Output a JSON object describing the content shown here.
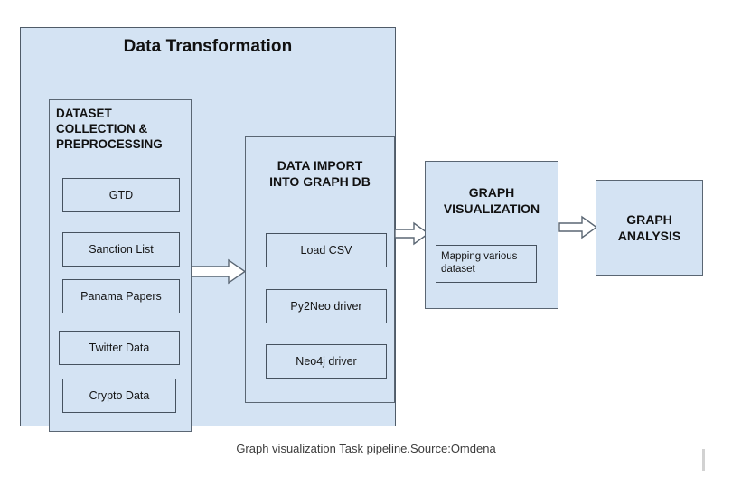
{
  "diagram": {
    "title": "Data Transformation",
    "caption": "Graph visualization Task pipeline.Source:Omdena",
    "colors": {
      "box_fill": "#d4e3f3",
      "box_border": "#46525f",
      "panel_border": "#4f5b68",
      "text": "#111111",
      "canvas": "#ffffff"
    },
    "dataset_collection": {
      "title": "DATASET\nCOLLECTION &\nPREPROCESSING",
      "title_line1": "DATASET",
      "title_line2": "COLLECTION &",
      "title_line3": "PREPROCESSING",
      "items": [
        {
          "label": "GTD"
        },
        {
          "label": "Sanction List"
        },
        {
          "label": "Panama Papers"
        },
        {
          "label": "Twitter Data"
        },
        {
          "label": "Crypto Data"
        }
      ]
    },
    "data_import": {
      "title_line1": "DATA IMPORT",
      "title_line2": "INTO GRAPH DB",
      "items": [
        {
          "label": "Load CSV"
        },
        {
          "label": "Py2Neo driver"
        },
        {
          "label": "Neo4j driver"
        }
      ]
    },
    "graph_visualization": {
      "title_line1": "GRAPH",
      "title_line2": "VISUALIZATION",
      "note": "Mapping various dataset"
    },
    "graph_analysis": {
      "title_line1": "GRAPH",
      "title_line2": "ANALYSIS"
    },
    "arrows": [
      {
        "name": "dataset-to-import",
        "icon": "right-block-arrow-icon"
      },
      {
        "name": "transform-to-visualization",
        "icon": "right-block-arrow-icon"
      },
      {
        "name": "visualization-to-analysis",
        "icon": "right-block-arrow-icon"
      }
    ]
  }
}
